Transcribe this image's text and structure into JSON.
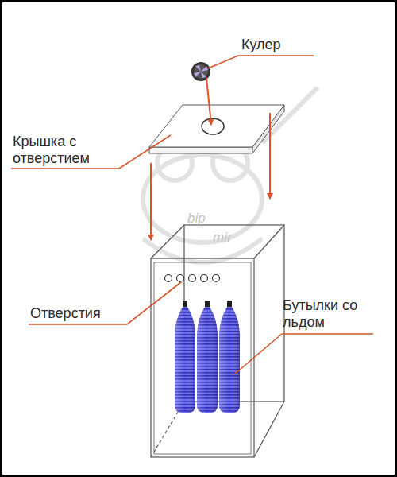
{
  "diagram": {
    "labels": [
      "Кулер",
      "Крышка с отверстием",
      "Отверстия",
      "Бутылки со льдом",
      "bip",
      "mir"
    ]
  }
}
